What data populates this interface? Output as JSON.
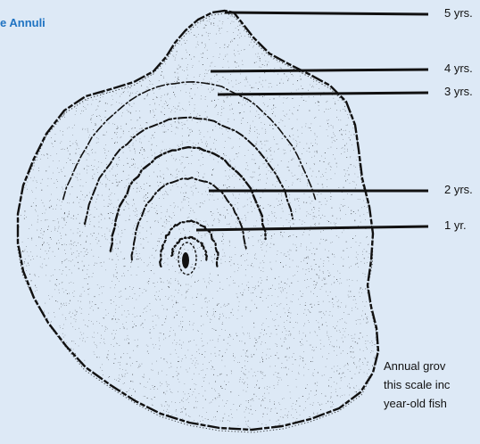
{
  "title": "e Annuli",
  "labels": [
    "5 yrs.",
    "4 yrs.",
    "3 yrs.",
    "2 yrs.",
    "1 yr."
  ],
  "caption": {
    "lines": [
      "Annual grov",
      "this scale inc",
      "year-old fish"
    ]
  },
  "colors": {
    "background": "#dde9f6",
    "title": "#1f73c2",
    "ink": "#111111"
  }
}
